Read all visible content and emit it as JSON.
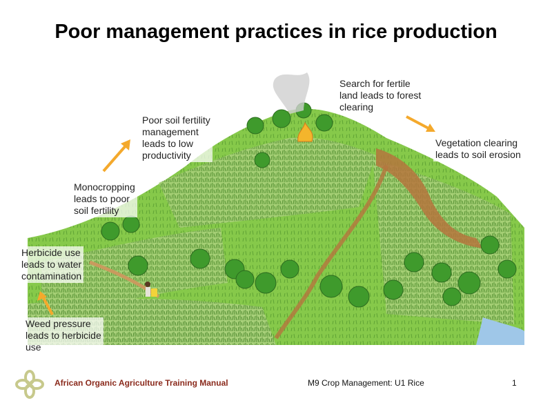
{
  "title": "Poor management practices in rice production",
  "labels": {
    "poor_soil": "Poor soil fertility\nmanagement\nleads to low\nproductivity",
    "search_fertile": "Search for fertile\nland leads to forest\nclearing",
    "vegetation": "Vegetation clearing\nleads to soil erosion",
    "monocropping": "Monocropping\nleads to poor\nsoil fertility",
    "herbicide": "Herbicide use\nleads to water\ncontamination",
    "weed": "Weed pressure\nleads to herbicide\nuse"
  },
  "footer": {
    "manual": "African Organic Agriculture Training Manual",
    "module": "M9 Crop Management: U1 Rice",
    "page": "1"
  },
  "colors": {
    "arrow": "#f4a92c",
    "footer_text": "#8a2a1c",
    "logo": "#c7c98c",
    "grass": "#7cc43a",
    "field": "#b9d98a",
    "soil": "#b5763d",
    "water": "#9fc7e8"
  },
  "icons": [
    "arrow-icon",
    "logo-icon",
    "tree-icon",
    "fire-icon",
    "smoke-icon"
  ]
}
